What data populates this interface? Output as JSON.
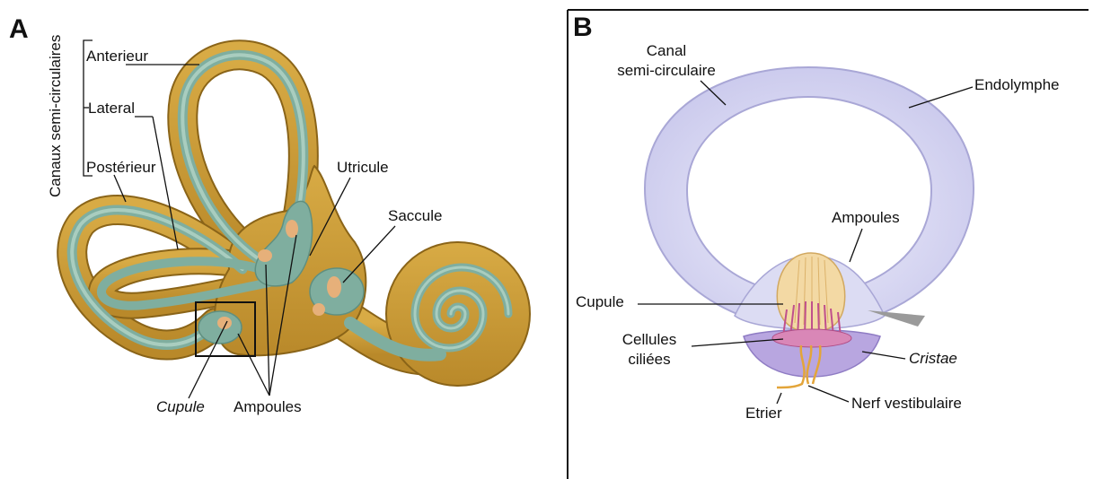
{
  "panel_a": {
    "letter": "A",
    "group_label": "Canaux semi-circulaires",
    "labels": {
      "anterieur": "Anterieur",
      "lateral": "Lateral",
      "posterieur": "Postérieur",
      "utricule": "Utricule",
      "saccule": "Saccule",
      "cupule": "Cupule",
      "ampoules": "Ampoules"
    }
  },
  "panel_b": {
    "letter": "B",
    "labels": {
      "canal_line1": "Canal",
      "canal_line2": "semi-circulaire",
      "endolymphe": "Endolymphe",
      "ampoules": "Ampoules",
      "cupule": "Cupule",
      "cellules_line1": "Cellules",
      "cellules_line2": "ciliées",
      "cristae": "Cristae",
      "nerf": "Nerf vestibulaire",
      "etrier": "Etrier"
    }
  },
  "colors": {
    "bone": "#c8992f",
    "bone_dark": "#8a6418",
    "membrane": "#7fae9f",
    "membrane_light": "#a9cdbf",
    "macula": "#e6b07a",
    "canal_fill": "#dcdcf3",
    "canal_edge": "#a9a7d6",
    "cupule_fill": "#f3d9a4",
    "hair_cells": "#c0508c",
    "nerve": "#e3a53a"
  }
}
